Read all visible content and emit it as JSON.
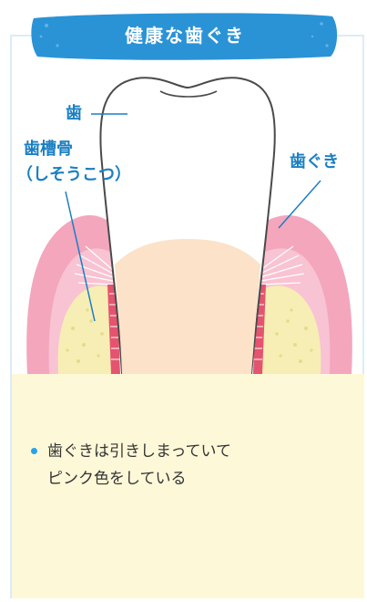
{
  "header": {
    "title": "健康な歯ぐき"
  },
  "labels": {
    "tooth": "歯",
    "alveolar_bone_line1": "歯槽骨",
    "alveolar_bone_line2": "（しそうこつ）",
    "gum": "歯ぐき"
  },
  "caption": {
    "text_line1": "歯ぐきは引きしまっていて",
    "text_line2": "ピンク色をしている"
  },
  "colors": {
    "accent_blue": "#1b7fc2",
    "banner_blue": "#2a93d6",
    "gum_pink": "#f4a6bd",
    "bone_yellow": "#f6eeb4",
    "caption_bg": "#fdf8d8"
  }
}
